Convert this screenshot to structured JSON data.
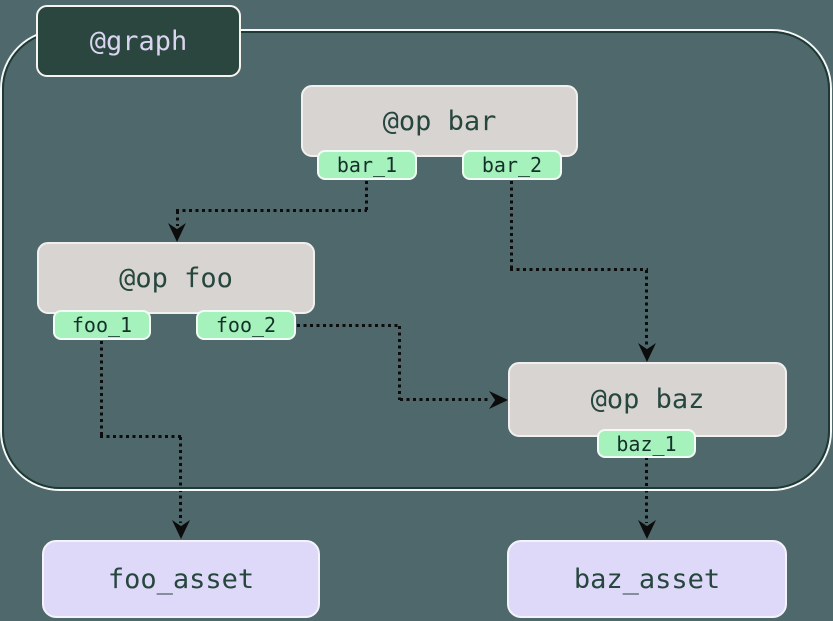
{
  "graph": {
    "label": "@graph"
  },
  "ops": [
    {
      "id": "bar",
      "label": "@op bar",
      "outputs": [
        "bar_1",
        "bar_2"
      ]
    },
    {
      "id": "foo",
      "label": "@op foo",
      "outputs": [
        "foo_1",
        "foo_2"
      ]
    },
    {
      "id": "baz",
      "label": "@op baz",
      "outputs": [
        "baz_1"
      ]
    }
  ],
  "assets": [
    {
      "label": "foo_asset"
    },
    {
      "label": "baz_asset"
    }
  ],
  "edges": [
    {
      "from": "bar_1",
      "to": "@op foo"
    },
    {
      "from": "bar_2",
      "to": "@op baz"
    },
    {
      "from": "foo_2",
      "to": "@op baz"
    },
    {
      "from": "foo_1",
      "to": "foo_asset"
    },
    {
      "from": "baz_1",
      "to": "baz_asset"
    }
  ],
  "colors": {
    "background": "#4e686b",
    "graph_boundary_stroke": "#1d3a34",
    "graph_boundary_halo": "#ffffff",
    "graph_label_fill": "#2a463f",
    "graph_label_text": "#d9d4ef",
    "op_fill": "#d7d4d2",
    "op_text": "#26463e",
    "output_tag_fill": "#a6f2bd",
    "output_tag_text": "#15312a",
    "asset_fill": "#ded9f8",
    "asset_text": "#26463e",
    "edge": "#0c0c0c"
  }
}
